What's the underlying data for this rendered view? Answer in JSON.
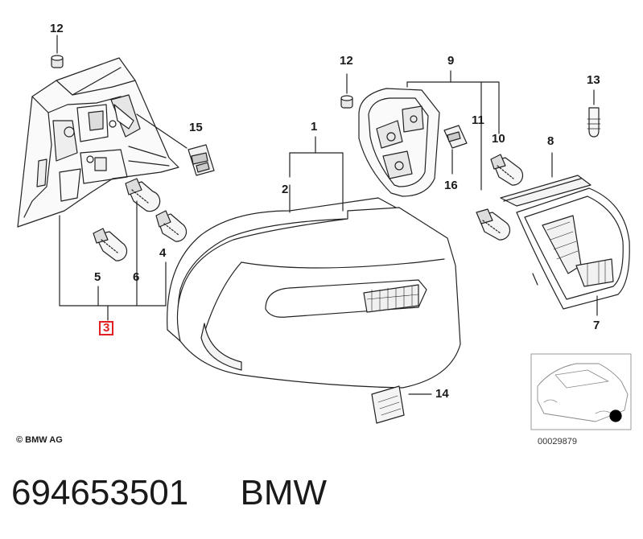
{
  "diagram": {
    "callouts": [
      "12",
      "12",
      "9",
      "13",
      "15",
      "1",
      "11",
      "10",
      "8",
      "2",
      "16",
      "5",
      "6",
      "4",
      "3",
      "7",
      "14"
    ],
    "copyright": "© BMW AG",
    "image_id": "00029879"
  },
  "footer": {
    "part_number": "694653501",
    "brand": "BMW"
  },
  "colors": {
    "highlight": "#e02020",
    "line": "#1a1a1a"
  }
}
